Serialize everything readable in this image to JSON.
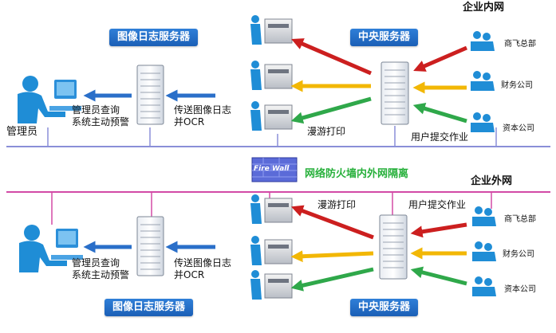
{
  "top": {
    "zone_label": "企业内网",
    "log_server_label": "图像日志服务器",
    "central_server_label": "中央服务器",
    "admin_label": "管理员",
    "admin_note_line1": "管理员查询",
    "admin_note_line2": "系统主动预警",
    "transfer_line1": "传送图像日志",
    "transfer_line2": "并OCR",
    "roaming_print": "漫游打印",
    "user_submit": "用户提交作业",
    "branches": [
      "商飞总部",
      "财务公司",
      "资本公司"
    ]
  },
  "middle": {
    "firewall_icon_text": "Fire Wall",
    "firewall_label": "网络防火墙内外网隔离"
  },
  "bottom": {
    "zone_label": "企业外网",
    "log_server_label": "图像日志服务器",
    "central_server_label": "中央服务器",
    "admin_note_line1": "管理员查询",
    "admin_note_line2": "系统主动预警",
    "transfer_line1": "传送图像日志",
    "transfer_line2": "并OCR",
    "roaming_print": "漫游打印",
    "user_submit": "用户提交作业",
    "branches": [
      "商飞总部",
      "财务公司",
      "资本公司"
    ]
  },
  "colors": {
    "top_network_line": "#8a8fd8",
    "bottom_network_line": "#d24aa6",
    "arrow_red": "#cc1f1f",
    "arrow_yellow": "#f2b705",
    "arrow_green": "#2fa84a",
    "arrow_blue": "#2a6fc9",
    "figure_blue": "#1f8dd6"
  }
}
